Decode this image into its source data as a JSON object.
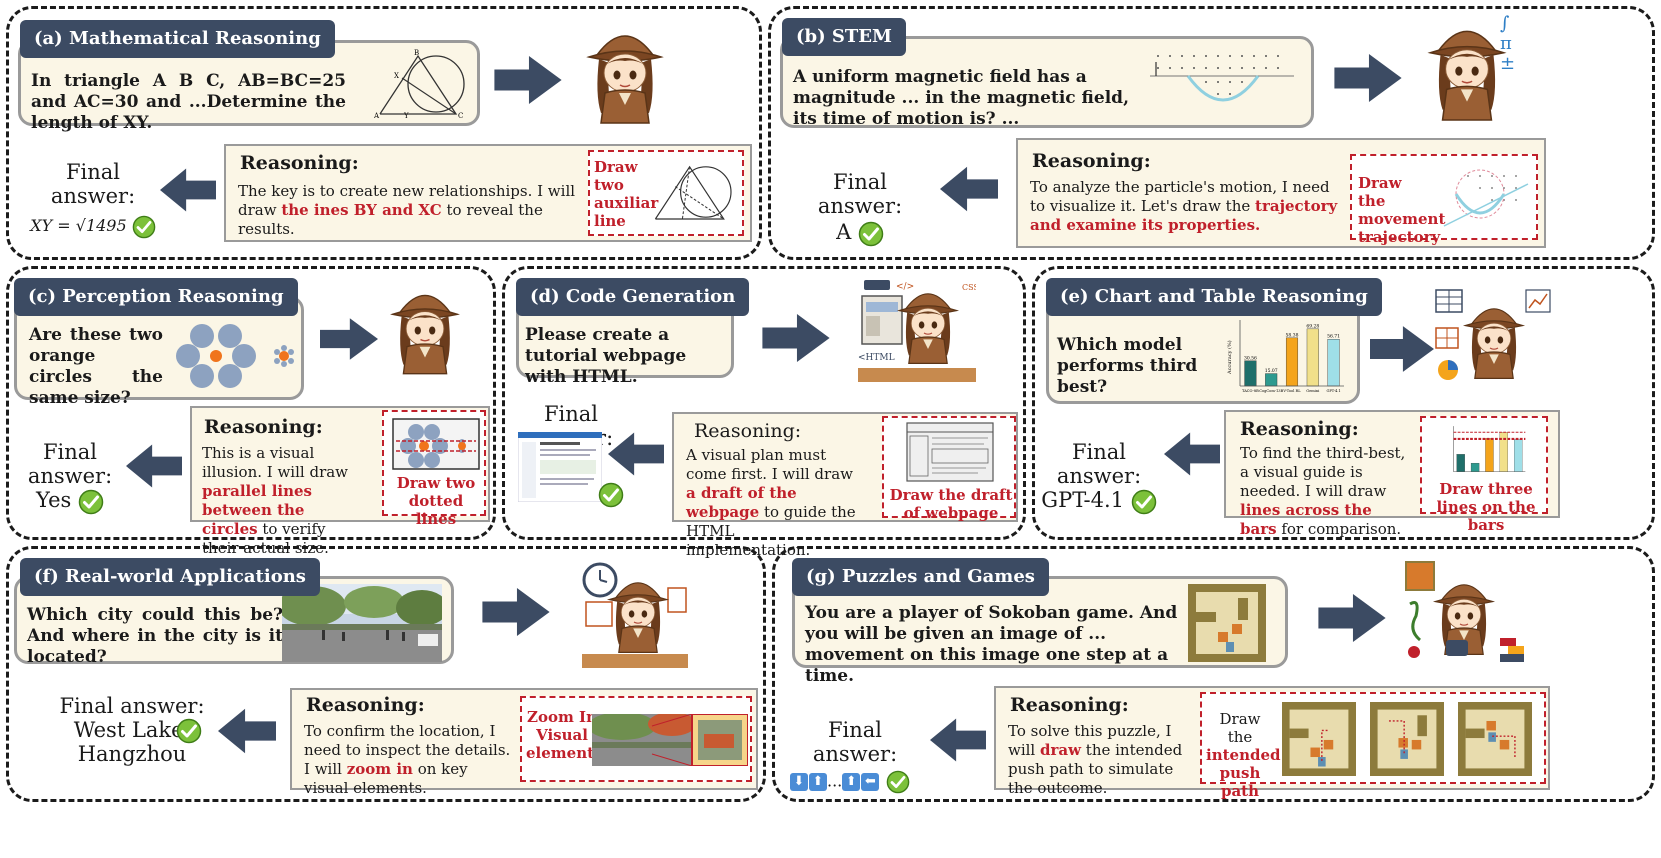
{
  "colors": {
    "tag_bg": "#3c4b63",
    "arrow": "#3c4b63",
    "highlight": "#c0202b",
    "box_bg": "#fbf6e6",
    "check": "#7cc13a"
  },
  "a": {
    "title": "(a) Mathematical Reasoning",
    "question": "In triangle A B C, AB=BC=25 and AC=30 and ...Determine the length of XY.",
    "reasoning_title": "Reasoning:",
    "reasoning_pre": "The key is to create new relationships. I will draw ",
    "reasoning_hl": "the ines BY and XC",
    "reasoning_post": " to reveal the results.",
    "draw_label": "Draw two auxiliar line",
    "final_label": "Final answer:",
    "final_value": "XY = √1495"
  },
  "b": {
    "title": "(b) STEM",
    "question": "A uniform magnetic field has a magnitude ... in the magnetic field, its time of motion is? ...",
    "reasoning_title": "Reasoning:",
    "reasoning_pre": "To analyze the particle's motion, I need to visualize it. Let's draw the ",
    "reasoning_hl": "trajectory and examine its properties.",
    "draw_label": "Draw the movement trajectory",
    "final_label": "Final answer:",
    "final_value": "A"
  },
  "c": {
    "title": "(c) Perception Reasoning",
    "question": "Are these two orange circles the same size?",
    "reasoning_title": "Reasoning:",
    "reasoning_pre": "This is a visual illusion. I will draw ",
    "reasoning_hl": "parallel lines between the circles",
    "reasoning_post": " to verify their actual size.",
    "draw_label": "Draw two dotted lines",
    "final_label": "Final answer:",
    "final_value": "Yes"
  },
  "d": {
    "title": "(d) Code Generation",
    "question": "Please create a tutorial webpage with HTML.",
    "reasoning_title": "Reasoning:",
    "reasoning_pre": "A visual plan must come first. I will draw ",
    "reasoning_hl": "a draft of the webpage",
    "reasoning_post": " to guide the HTML implementation.",
    "draw_label": "Draw the draft of webpage",
    "final_label": "Final answer:"
  },
  "e": {
    "title": "(e) Chart and Table Reasoning",
    "question": "Which model performs third best?",
    "reasoning_title": "Reasoning:",
    "reasoning_pre": "To find the third-best, a visual guide is needed. I will draw ",
    "reasoning_hl": "lines across the bars",
    "reasoning_post": " for comparison.",
    "draw_label": "Draw three lines on the bars",
    "final_label": "Final answer:",
    "final_value": "GPT-4.1"
  },
  "f": {
    "title": "(f) Real-world Applications",
    "question": "Which city could this be? And where in the city is it located?",
    "reasoning_title": "Reasoning:",
    "reasoning_pre": "To confirm the location, I need to inspect the details. I will ",
    "reasoning_hl": "zoom in",
    "reasoning_post": " on key visual elements.",
    "draw_label": "Zoom In Visual elements",
    "final_label": "Final answer:",
    "final_value_1": "West Lake,",
    "final_value_2": "Hangzhou"
  },
  "g": {
    "title": "(g) Puzzles and Games",
    "question": "You are a player of Sokoban game. And you will be given an image of ... movement on this image one step at a time.",
    "reasoning_title": "Reasoning:",
    "reasoning_pre": "To solve this puzzle, I will ",
    "reasoning_hl": "draw",
    "reasoning_post": " the intended push path to simulate the outcome.",
    "draw_label_1": "Draw the",
    "draw_label_2": "intended push path",
    "final_label": "Final answer:",
    "final_sep": "..."
  },
  "chart_data": {
    "type": "bar",
    "categories": [
      "TACO-8B",
      "CogCom-13B",
      "V-Tool RL",
      "Gemini",
      "GPT-4.1"
    ],
    "values": [
      30.56,
      15.07,
      58.38,
      69.28,
      56.71
    ],
    "ylabel": "Accuracy (%)",
    "ylim": [
      0,
      80
    ],
    "colors": [
      "#1f6f6a",
      "#2e9a8f",
      "#f4a41b",
      "#f1e08a",
      "#9fdfe8"
    ]
  }
}
